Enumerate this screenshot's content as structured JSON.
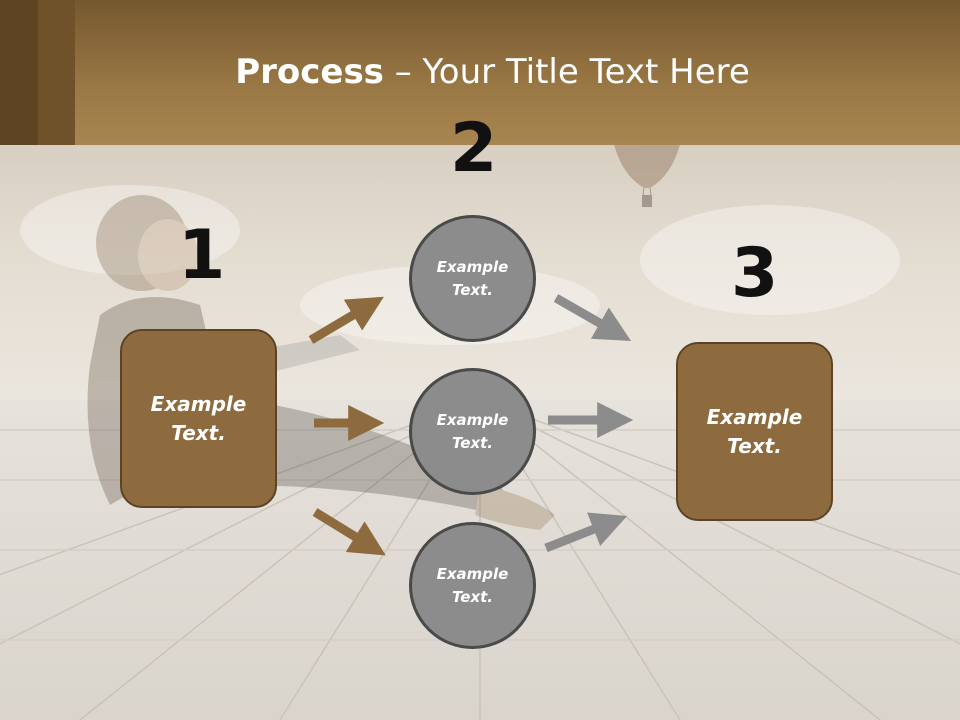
{
  "slide": {
    "title_bold": "Process",
    "title_rest": " – Your Title Text Here",
    "numbers": [
      "1",
      "2",
      "3"
    ],
    "left_box": "Example Text.",
    "right_box": "Example Text.",
    "circles": [
      "Example Text.",
      "Example Text.",
      "Example Text."
    ]
  },
  "colors": {
    "header": "#9a7845",
    "box_fill": "#8e6b3e",
    "circle_fill": "#8c8c8c",
    "brown_arrow": "#8e6b3e",
    "gray_arrow": "#8c8c8c"
  }
}
